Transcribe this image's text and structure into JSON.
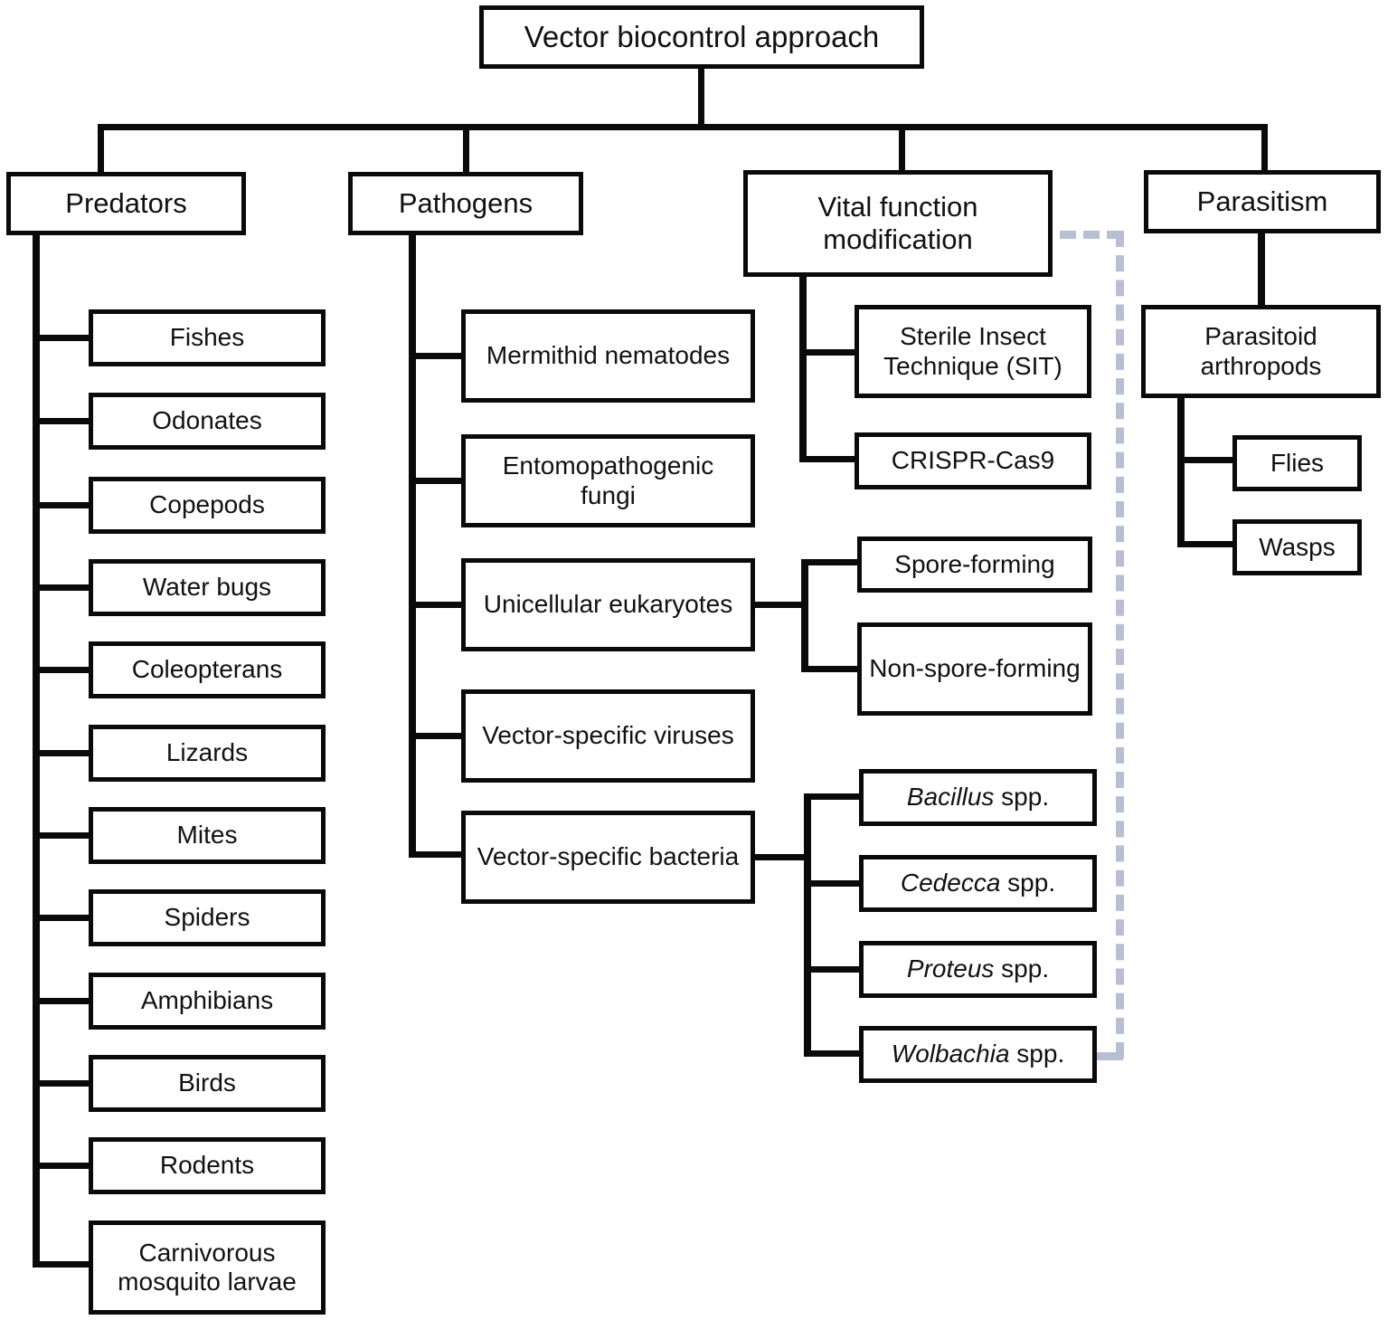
{
  "diagram": {
    "title": "Vector biocontrol approach",
    "root": {
      "label": "Vector biocontrol approach"
    },
    "branches": [
      {
        "label": "Predators"
      },
      {
        "label": "Pathogens"
      },
      {
        "label": "Vital function modification"
      },
      {
        "label": "Parasitism"
      }
    ],
    "predators": {
      "parent": "Predators",
      "children": [
        {
          "label": "Fishes"
        },
        {
          "label": "Odonates"
        },
        {
          "label": "Copepods"
        },
        {
          "label": "Water bugs"
        },
        {
          "label": "Coleopterans"
        },
        {
          "label": "Lizards"
        },
        {
          "label": "Mites"
        },
        {
          "label": "Spiders"
        },
        {
          "label": "Amphibians"
        },
        {
          "label": "Birds"
        },
        {
          "label": "Rodents"
        },
        {
          "label": "Carnivorous mosquito larvae"
        }
      ]
    },
    "pathogens": {
      "parent": "Pathogens",
      "children": [
        {
          "label": "Mermithid nematodes"
        },
        {
          "label": "Entomopathogenic fungi"
        },
        {
          "label": "Unicellular eukaryotes"
        },
        {
          "label": "Vector-specific viruses"
        },
        {
          "label": "Vector-specific bacteria"
        }
      ]
    },
    "unicellular_eukaryotes": {
      "parent": "Unicellular eukaryotes",
      "children": [
        {
          "label": "Spore-forming"
        },
        {
          "label": "Non-spore-forming"
        }
      ]
    },
    "vector_specific_bacteria": {
      "parent": "Vector-specific bacteria",
      "children": [
        {
          "genus": "Bacillus",
          "suffix": " spp."
        },
        {
          "genus": "Cedecca",
          "suffix": " spp."
        },
        {
          "genus": "Proteus",
          "suffix": " spp."
        },
        {
          "genus": "Wolbachia",
          "suffix": " spp."
        }
      ]
    },
    "vital_function_modification": {
      "parent": "Vital function modification",
      "children": [
        {
          "label": "Sterile Insect Technique (SIT)"
        },
        {
          "label": "CRISPR-Cas9"
        }
      ]
    },
    "parasitism": {
      "parent": "Parasitism",
      "children": [
        {
          "label": "Parasitoid arthropods"
        }
      ]
    },
    "parasitoid_arthropods": {
      "parent": "Parasitoid arthropods",
      "children": [
        {
          "label": "Flies"
        },
        {
          "label": "Wasps"
        }
      ]
    },
    "link_dashed": {
      "from": "Vital function modification",
      "to": "Wolbachia spp.",
      "style": "dashed",
      "color": "#b7c0d2"
    },
    "colors": {
      "box_border": "#0a0a0a",
      "box_fill": "#ffffff",
      "text": "#111111",
      "connector": "#0a0a0a",
      "dashed_link": "#b7c0d2"
    }
  }
}
